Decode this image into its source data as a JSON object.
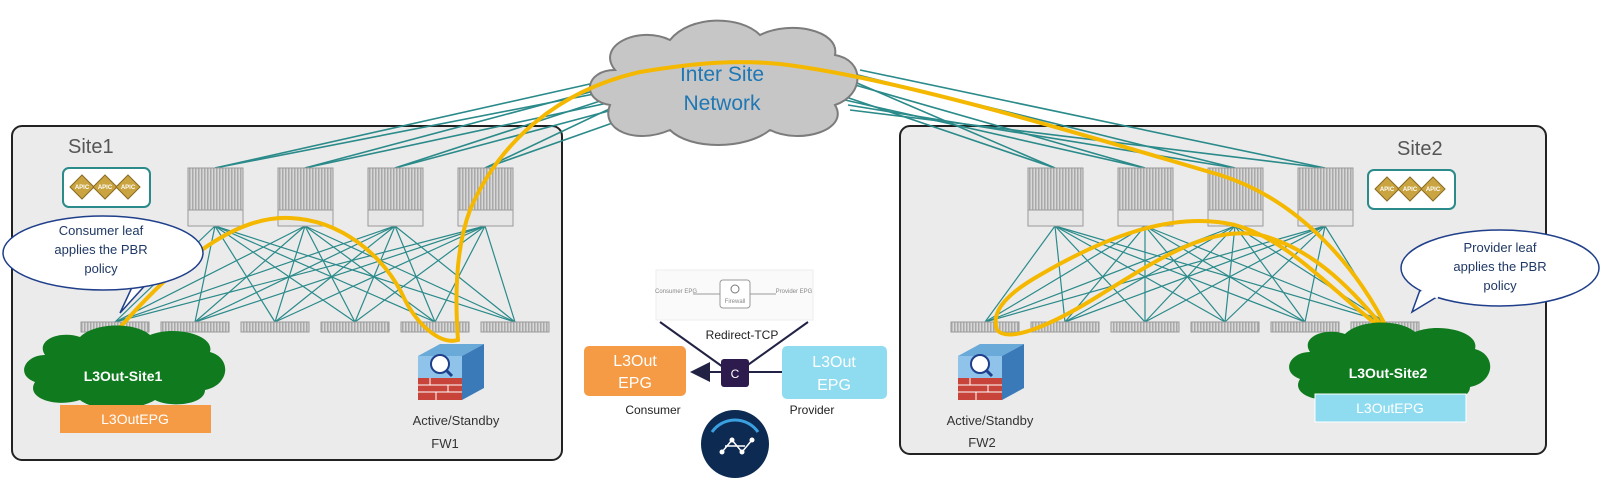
{
  "cloud": {
    "line1": "Inter Site",
    "line2": "Network"
  },
  "sites": [
    {
      "label": "Site1",
      "l3out_cloud": "L3Out-Site1",
      "epg": "L3OutEPG",
      "fw_status": "Active/Standby",
      "fw_name": "FW1",
      "bubble": [
        "Consumer leaf",
        "applies the PBR",
        "policy"
      ],
      "apic": "APIC"
    },
    {
      "label": "Site2",
      "l3out_cloud": "L3Out-Site2",
      "epg": "L3OutEPG",
      "fw_status": "Active/Standby",
      "fw_name": "FW2",
      "bubble": [
        "Provider leaf",
        "applies the PBR",
        "policy"
      ],
      "apic": "APIC"
    }
  ],
  "center": {
    "graph_consumer": "Consumer EPG",
    "graph_firewall": "Firewall",
    "graph_provider": "Provider EPG",
    "redirect": "Redirect-TCP",
    "consumer_epg": [
      "L3Out",
      "EPG"
    ],
    "provider_epg": [
      "L3Out",
      "EPG"
    ],
    "contract": "C",
    "consumer_label": "Consumer",
    "provider_label": "Provider"
  },
  "colors": {
    "site_border": "#222222",
    "site_fill": "#ebebeb",
    "link": "#2b8a8a",
    "traffic": "#f5b800",
    "l3out_cloud": "#0f7a1e",
    "consumer_epg": "#f59a45",
    "provider_epg": "#8fdcf0",
    "contract": "#2d1b4e",
    "bubble_border": "#1f3f8a"
  }
}
